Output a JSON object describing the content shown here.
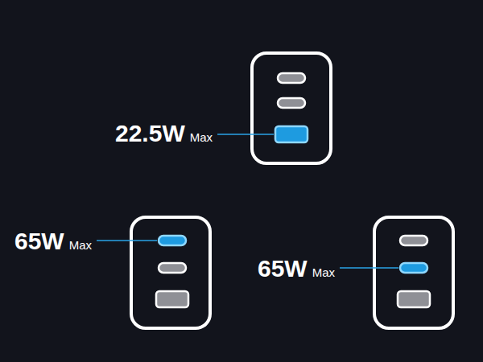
{
  "diagram": {
    "labels": [
      "22.5W",
      "Max",
      "65W",
      "Max",
      "65W",
      "Max"
    ]
  }
}
